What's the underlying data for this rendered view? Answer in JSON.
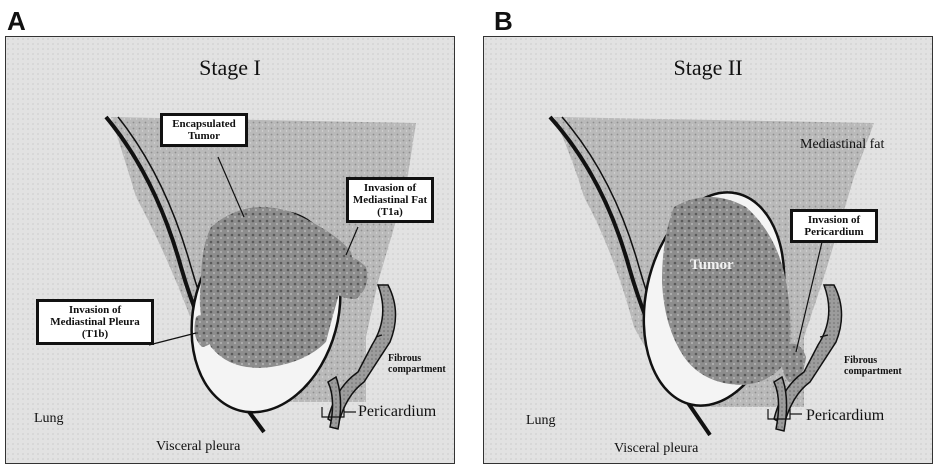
{
  "panels": [
    {
      "letter": "A",
      "title": "Stage I",
      "labels": {
        "encapsulated_tumor": "Encapsulated Tumor",
        "invasion_fat": "Invasion of Mediastinal Fat (T1a)",
        "invasion_pleura": "Invasion of Mediastinal Pleura (T1b)",
        "fibrous": "Fibrous compartment",
        "pericardium": "Pericardium",
        "lung": "Lung",
        "visceral_pleura": "Visceral pleura"
      }
    },
    {
      "letter": "B",
      "title": "Stage II",
      "labels": {
        "mediastinal_fat": "Mediastinal fat",
        "invasion_pericardium": "Invasion of Pericardium",
        "tumor": "Tumor",
        "fibrous": "Fibrous compartment",
        "pericardium": "Pericardium",
        "lung": "Lung",
        "visceral_pleura": "Visceral pleura"
      }
    }
  ],
  "colors": {
    "fat": "#b8b8b8",
    "lung": "#dedede",
    "tumor": "#8a8a8a",
    "capsule": "#f4f4f4",
    "line": "#111111"
  }
}
